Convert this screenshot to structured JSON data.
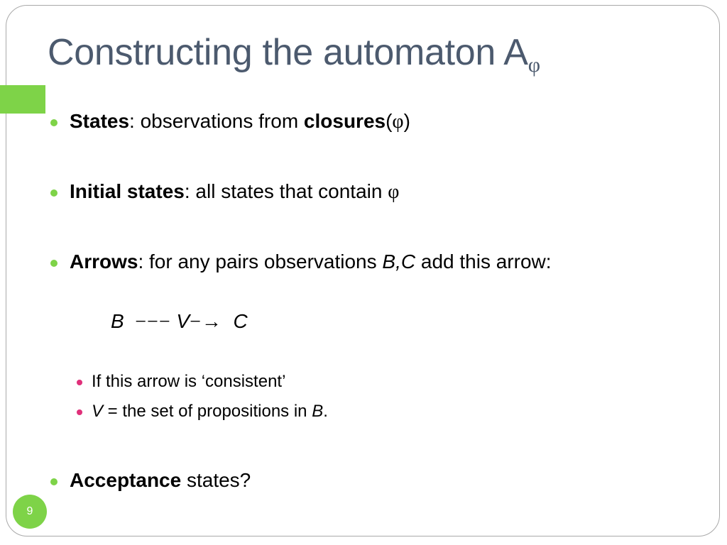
{
  "title": {
    "text": "Constructing the automaton A",
    "subscript": "φ"
  },
  "bullets": [
    {
      "bold": "States",
      "rest": ":  observations from ",
      "bold2": "closures",
      "tail_open": "(",
      "symbol": "φ",
      "tail_close": ")"
    },
    {
      "bold": "Initial states",
      "rest": ": all states that contain ",
      "symbol": "φ"
    },
    {
      "bold": "Arrows",
      "rest": ":  for any pairs observations ",
      "italic": "B,C",
      "tail": " add this arrow:"
    },
    {
      "bold": "Acceptance",
      "rest": " states?"
    }
  ],
  "formula": {
    "from": "B",
    "dashes": "−−−",
    "label": "V",
    "arrow": "−→",
    "to": "C"
  },
  "sub_bullets": [
    {
      "text": "If this arrow is ‘consistent’"
    },
    {
      "italic": "V",
      "eq": " = ",
      "rest": "the set of propositions in ",
      "italic2": "B",
      "tail": "."
    }
  ],
  "page_number": "9",
  "colors": {
    "accent_green": "#7ed348",
    "title_color": "#4c5a6e",
    "sub_bullet_pink": "#e0307a"
  }
}
